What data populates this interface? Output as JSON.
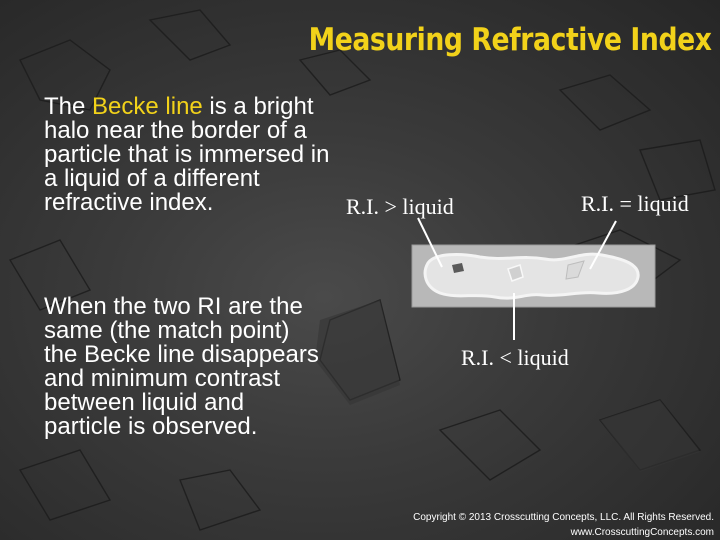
{
  "slide": {
    "title": "Measuring Refractive Index",
    "paragraph1": {
      "before": "The ",
      "highlight": "Becke line",
      "after": " is a bright halo near the border of a particle that is immersed in a liquid of a different refractive index."
    },
    "paragraph2": "When the two RI are the same (the match point) the Becke line disappears and minimum contrast between liquid and particle is observed.",
    "figure": {
      "label_greater": "R.I. > liquid",
      "label_equal": "R.I. = liquid",
      "label_less": "R.I. < liquid"
    },
    "copyright": {
      "line1": "Copyright © 2013 Crosscutting Concepts, LLC. All Rights Reserved.",
      "line2": "www.CrosscuttingConcepts.com"
    }
  },
  "colors": {
    "title": "#f2d21a",
    "highlight": "#f2d21a",
    "text": "#ffffff",
    "background": "#3a3a3a"
  }
}
